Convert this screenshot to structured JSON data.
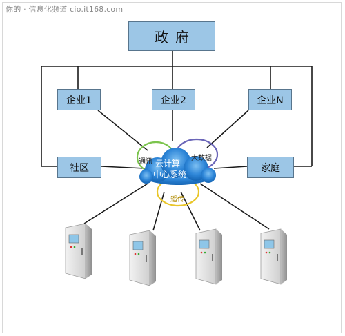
{
  "watermark": "你的 · 信息化频道 cio.it168.com",
  "nodes": {
    "government": "政府",
    "enterprise1": "企业1",
    "enterprise2": "企业2",
    "enterpriseN": "企业N",
    "community": "社区",
    "family": "家庭"
  },
  "cloud": {
    "title_line1": "云计算",
    "title_line2": "中心系统",
    "comm": "通讯",
    "bigdata": "大数据",
    "transmit": "遥传"
  },
  "colors": {
    "box_fill": "#9cc6e6",
    "box_border": "#58758d",
    "cloud_blue": "#2e86d8",
    "ring_green": "#7bc44d",
    "ring_purple": "#6b66b8",
    "ring_yellow": "#e9c62a"
  },
  "devices": [
    "cabinet-1",
    "cabinet-2",
    "cabinet-3",
    "cabinet-4"
  ]
}
